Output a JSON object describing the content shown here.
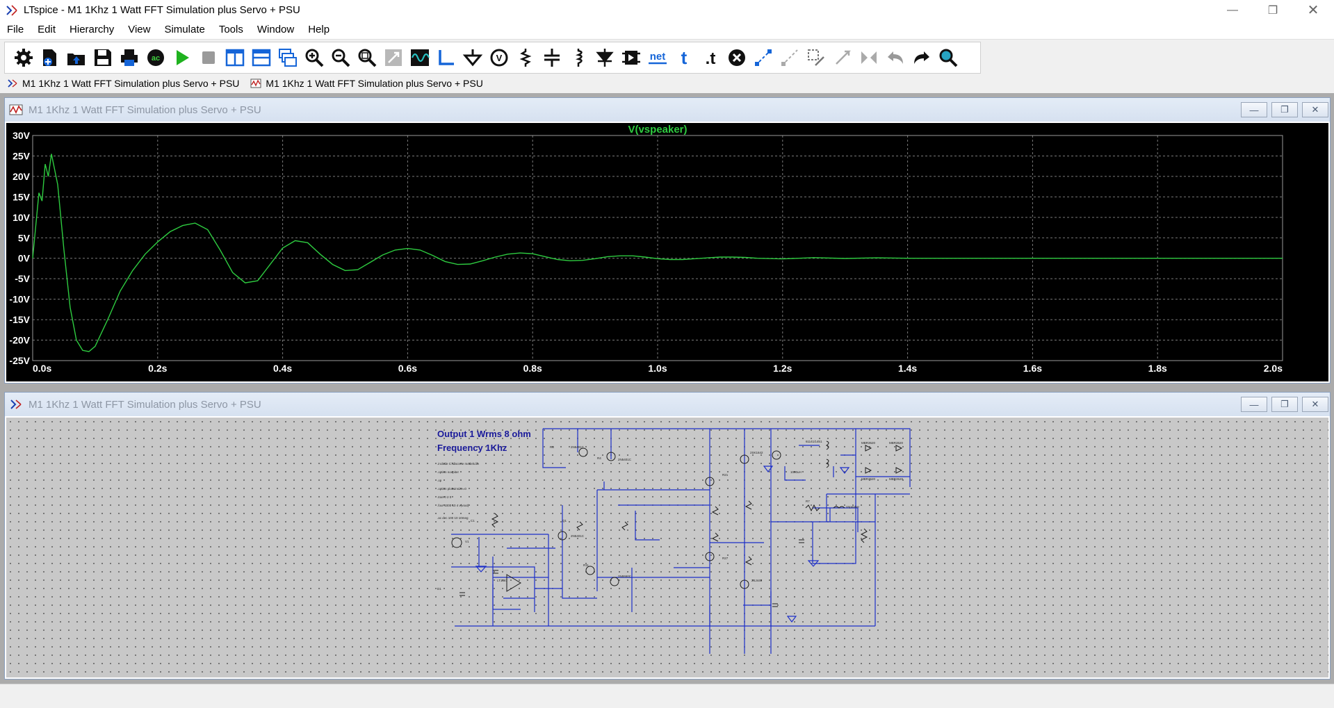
{
  "window": {
    "title": "LTspice - M1 1Khz 1 Watt FFT Simulation plus Servo + PSU"
  },
  "menu": [
    "File",
    "Edit",
    "Hierarchy",
    "View",
    "Simulate",
    "Tools",
    "Window",
    "Help"
  ],
  "toolbar": {
    "icons": [
      "settings-icon",
      "new-schematic-icon",
      "open-icon",
      "save-icon",
      "print-icon",
      "ac-analysis-icon",
      "run-icon",
      "halt-icon",
      "tile-vertical-icon",
      "tile-horizontal-icon",
      "cascade-icon",
      "zoom-in-icon",
      "zoom-out-icon",
      "zoom-fit-icon",
      "autorange-icon",
      "waveform-icon",
      "wire-icon",
      "ground-icon",
      "component-icon",
      "resistor-icon",
      "capacitor-icon",
      "inductor-icon",
      "diode-icon",
      "component-symbol-icon",
      "net-label-icon",
      "text-icon",
      "spice-directive-icon",
      "delete-icon",
      "duplicate-icon",
      "move-icon",
      "drag-icon",
      "rotate-icon",
      "mirror-icon",
      "undo-icon",
      "redo-icon",
      "find-icon"
    ],
    "net_label": "net",
    "text_label": "t",
    "directive_label": ".t"
  },
  "tabs": [
    {
      "label": "M1 1Khz 1 Watt FFT Simulation plus Servo + PSU",
      "icon": "schematic-icon"
    },
    {
      "label": "M1 1Khz 1 Watt FFT Simulation plus Servo + PSU",
      "icon": "waveform-icon"
    }
  ],
  "waveform_window": {
    "title": "M1 1Khz 1 Watt FFT Simulation plus Servo + PSU",
    "colors": {
      "background": "#000000",
      "trace": "#2ecc40",
      "grid": "#7a7a7a",
      "axis_text": "#ffffff"
    }
  },
  "schematic_window": {
    "title": "M1 1Khz 1 Watt FFT Simulation plus Servo + PSU",
    "notes": [
      "Output 1 Wrms 8 ohm",
      "Frequency 1Khz"
    ],
    "directives": [
      ".include C:\\discrete models.lib",
      ".option noopiter",
      ".op",
      ".option plotwinsize=0",
      ".tran 0 2 0",
      ".four 1000 10 4 v(vout)",
      ".ac dec 100 10 10meg"
    ],
    "colors": {
      "wire": "#1c2ec8",
      "text": "#1a1a9a",
      "background": "#c8c8c8"
    }
  },
  "chart_data": {
    "type": "line",
    "title": "V(vspeaker)",
    "xlabel": "",
    "ylabel": "",
    "xlim": [
      0,
      2.0
    ],
    "ylim": [
      -25,
      30
    ],
    "x_ticks": [
      "0.0s",
      "0.2s",
      "0.4s",
      "0.6s",
      "0.8s",
      "1.0s",
      "1.2s",
      "1.4s",
      "1.6s",
      "1.8s",
      "2.0s"
    ],
    "y_ticks": [
      "30V",
      "25V",
      "20V",
      "15V",
      "10V",
      "5V",
      "0V",
      "-5V",
      "-10V",
      "-15V",
      "-20V",
      "-25V"
    ],
    "grid": true,
    "series": [
      {
        "name": "V(vspeaker)",
        "x": [
          0.0,
          0.005,
          0.01,
          0.015,
          0.02,
          0.025,
          0.03,
          0.04,
          0.05,
          0.06,
          0.07,
          0.08,
          0.09,
          0.1,
          0.12,
          0.14,
          0.16,
          0.18,
          0.2,
          0.22,
          0.24,
          0.26,
          0.28,
          0.3,
          0.32,
          0.34,
          0.36,
          0.38,
          0.4,
          0.42,
          0.44,
          0.46,
          0.48,
          0.5,
          0.52,
          0.54,
          0.56,
          0.58,
          0.6,
          0.62,
          0.64,
          0.66,
          0.68,
          0.7,
          0.72,
          0.74,
          0.76,
          0.78,
          0.8,
          0.82,
          0.84,
          0.86,
          0.88,
          0.9,
          0.92,
          0.94,
          0.96,
          0.98,
          1.0,
          1.02,
          1.04,
          1.06,
          1.08,
          1.1,
          1.12,
          1.14,
          1.16,
          1.2,
          1.25,
          1.3,
          1.35,
          1.4,
          1.5,
          1.6,
          1.7,
          1.8,
          1.9,
          2.0
        ],
        "y": [
          0.0,
          8.0,
          16.0,
          14.0,
          23.0,
          20.0,
          25.5,
          18.0,
          2.0,
          -12.0,
          -20.0,
          -22.5,
          -22.8,
          -21.5,
          -15.0,
          -8.0,
          -3.0,
          1.0,
          4.0,
          6.5,
          8.0,
          8.6,
          7.0,
          2.0,
          -3.5,
          -6.0,
          -5.5,
          -1.5,
          2.5,
          4.3,
          3.8,
          1.0,
          -1.5,
          -3.0,
          -2.8,
          -1.0,
          0.8,
          2.0,
          2.4,
          2.0,
          0.7,
          -0.8,
          -1.5,
          -1.4,
          -0.6,
          0.3,
          1.0,
          1.3,
          1.1,
          0.4,
          -0.3,
          -0.6,
          -0.5,
          -0.1,
          0.4,
          0.6,
          0.6,
          0.3,
          -0.1,
          -0.3,
          -0.3,
          -0.1,
          0.1,
          0.3,
          0.3,
          0.2,
          0.0,
          -0.15,
          0.15,
          -0.05,
          0.1,
          0.0,
          0.0,
          0.0,
          0.0,
          0.0,
          0.0,
          0.0
        ]
      }
    ]
  }
}
